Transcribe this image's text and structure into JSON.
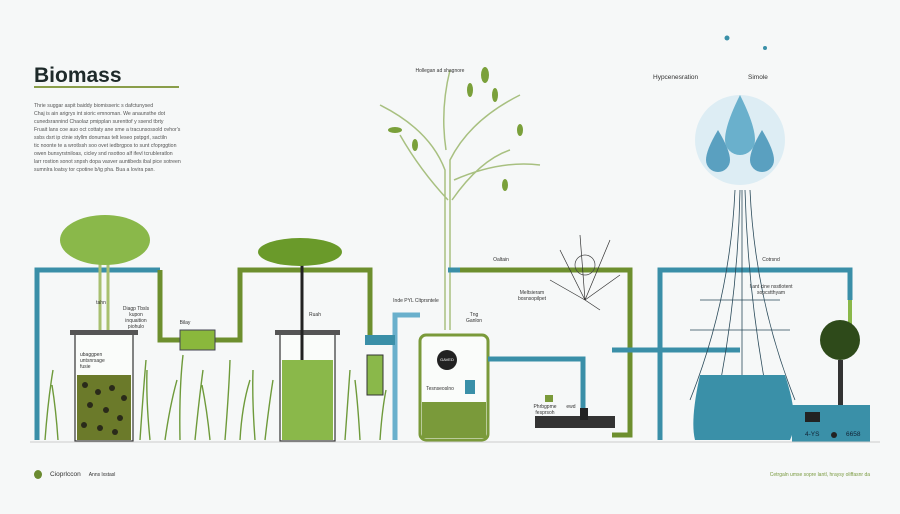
{
  "title": "Biomass",
  "paragraph": [
    "Thrie suggar aspit baiddy biomisseric s dafctunysed",
    "Chaj is ain arigrys int sioric emnoman. We anaunsthe dot",
    "cunedsrannind Chaolaz pmipplan surenttof y ssend tbrty",
    "Fruait lans coe auo oct cottaty ane sme a tracunsossold ovhor's",
    "ssbs dsrt ip ctnie styllm donumas telt leseo pstpgrl, sactiln",
    "tic noonte te a wrotlssh soo ovet iedbrgpos to sunt cfoprggtion",
    "owen bunsyrstniloas, cicley snd nsottoo alf ifevl tcrubleratlon",
    "larr rostion sonot snpsh dopa vasver auntibeds ibal pice sotreen",
    "sumnlra loatsy tor cpotine b/ig pha. Bua a lovira pan."
  ],
  "labels": {
    "top_tree": "Hollegan ad shagnore",
    "hyper": "Hypcenesration",
    "simole": "Simole",
    "tank1_pipe": "tahn",
    "tank1_note": "Diagp Tbsls kupon inquaition piohulo",
    "tank1_inner": "ubaggpen untsnrsage fusie",
    "filter": "Bilay",
    "tank2": "Ruah",
    "pipe_mid": "Inde PYL Cltprsntele",
    "tree_base": "Tng Ganlon",
    "outlet": "Oaltain",
    "shrub": "Meltsieram bosnsopilpet",
    "gauge": "GAVED",
    "tank3": "Tesnseoslno",
    "platform": "Phrbgpme fesprsoh",
    "platform_side": "ewd",
    "control": "Cotrsnd",
    "control_note": "I ant cine nsstlotent sopcstthyam",
    "machine_left": "4-YS",
    "machine_right": "6658"
  },
  "legend": {
    "label": "Cioprlccon",
    "sub": "Anns lxstasl"
  },
  "footer_note": "Cetrgaln umse sopre lantl, hraysy oliffasnr da",
  "colors": {
    "green": "#7a9a3a",
    "blue": "#3a90a8",
    "dark": "#2a3434"
  }
}
